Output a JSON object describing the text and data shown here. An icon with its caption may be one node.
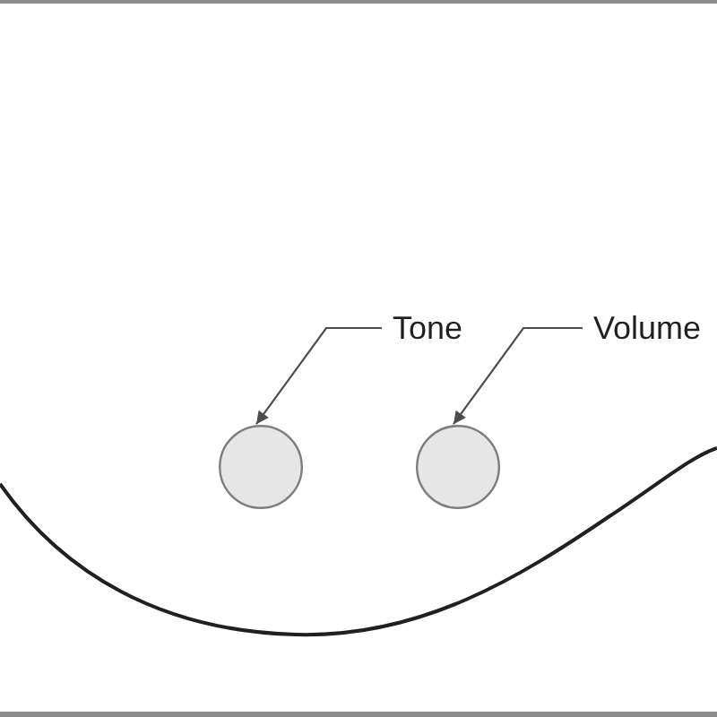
{
  "diagram": {
    "nodes": [
      {
        "text": [
          "Tone"
        ]
      },
      {
        "text": [],
        "shape": "circle"
      },
      {
        "text": [
          "Volume"
        ]
      },
      {
        "text": [],
        "shape": "circle"
      }
    ],
    "edges": [
      {
        "from": 0,
        "to": 1,
        "arrow": "to"
      },
      {
        "from": 2,
        "to": 3,
        "arrow": "to"
      }
    ]
  }
}
